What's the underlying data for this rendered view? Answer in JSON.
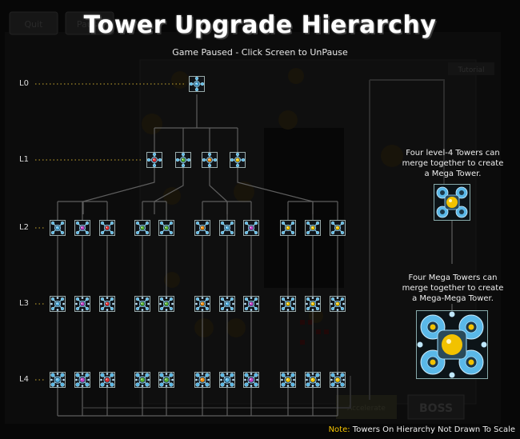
{
  "title": "Tower Upgrade Hierarchy",
  "subtitle": "Game Paused - Click Screen to UnPause",
  "levels": [
    "L0",
    "L1",
    "L2",
    "L3",
    "L4"
  ],
  "background_hud": {
    "buttons": [
      "Quit",
      "Pause"
    ],
    "tutorial": "Tutorial",
    "bottom_buttons": [
      "Accelerate",
      "BOSS"
    ]
  },
  "mega_info": {
    "mega_text": [
      "Four level-4 Towers can",
      "merge together to create",
      "a Mega Tower."
    ],
    "megamega_text": [
      "Four Mega Towers can",
      "merge together to create",
      "a Mega-Mega Tower."
    ]
  },
  "note": {
    "label": "Note:",
    "text": "Towers On Hierarchy Not Drawn To Scale"
  },
  "colors": {
    "red": "#e03030",
    "green": "#58b030",
    "yellow": "#f2c200",
    "cyan": "#5ab8e8",
    "magenta": "#c040c0",
    "orange": "#f08c10"
  },
  "towers": {
    "l0": {
      "core": "cyan"
    },
    "l1": [
      {
        "core": "red"
      },
      {
        "core": "green"
      },
      {
        "core": "orange"
      },
      {
        "core": "yellow"
      }
    ],
    "groups": [
      {
        "l2": [
          "cyan",
          "magenta",
          "red"
        ],
        "l3": [
          "cyan",
          "magenta",
          "red"
        ],
        "l4": [
          "cyan",
          "magenta",
          "red"
        ]
      },
      {
        "l2": [
          "green",
          "green"
        ],
        "l3": [
          "green",
          "green"
        ],
        "l4": [
          "green",
          "green"
        ]
      },
      {
        "l2": [
          "orange",
          "cyan",
          "magenta"
        ],
        "l3": [
          "orange",
          "cyan",
          "magenta"
        ],
        "l4": [
          "orange",
          "cyan",
          "magenta"
        ]
      },
      {
        "l2": [
          "yellow",
          "yellow",
          "yellow"
        ],
        "l3": [
          "yellow",
          "yellow",
          "yellow"
        ],
        "l4": [
          "yellow",
          "yellow",
          "yellow"
        ]
      }
    ]
  }
}
